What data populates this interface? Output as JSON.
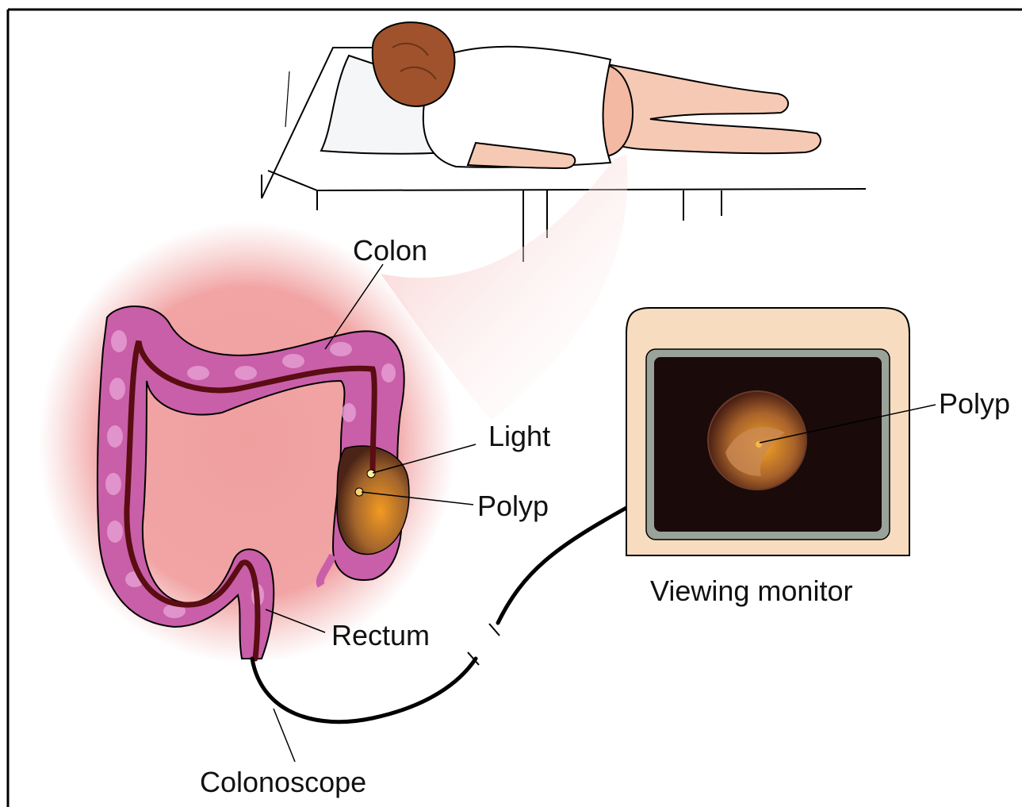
{
  "labels": {
    "colon": "Colon",
    "light": "Light",
    "polyp_colon": "Polyp",
    "rectum": "Rectum",
    "colonoscope": "Colonoscope",
    "viewing_monitor": "Viewing monitor",
    "polyp_monitor": "Polyp"
  },
  "colors": {
    "skin": "#f6c9b4",
    "gown": "#ffffff",
    "hair": "#a0522d",
    "glow": "#ef8a8a",
    "colon": "#c95fa8",
    "colon_highlight": "#e7a0d4",
    "scope": "#5a0d12",
    "monitor_case": "#f8dcc0",
    "screen": "#1a0a0a",
    "polyp_orange": "#e38b1c"
  }
}
